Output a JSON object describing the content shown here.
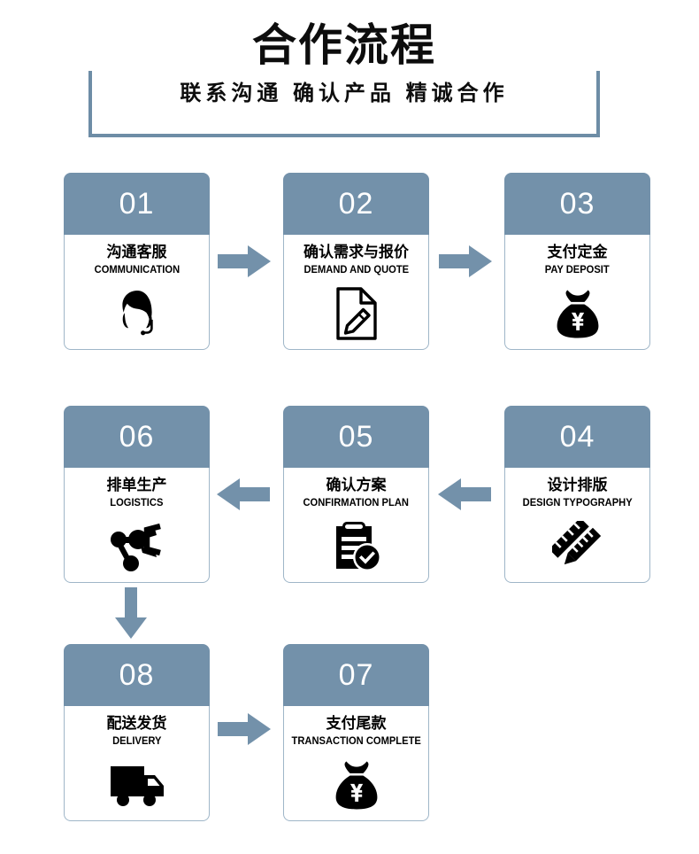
{
  "header": {
    "title": "合作流程",
    "subtitle": "联系沟通 确认产品 精诚合作"
  },
  "colors": {
    "accent": "#7391aa",
    "frame": "#6e8da6",
    "card_border": "#9fb6c8",
    "number_text": "#ffffff",
    "icon": "#000000",
    "text": "#000000"
  },
  "steps": [
    {
      "number": "01",
      "cn": "沟通客服",
      "en": "COMMUNICATION",
      "icon": "customer-service-agent-icon"
    },
    {
      "number": "02",
      "cn": "确认需求与报价",
      "en": "DEMAND AND QUOTE",
      "icon": "document-pencil-icon"
    },
    {
      "number": "03",
      "cn": "支付定金",
      "en": "PAY DEPOSIT",
      "icon": "money-bag-yen-icon"
    },
    {
      "number": "04",
      "cn": "设计排版",
      "en": "DESIGN TYPOGRAPHY",
      "icon": "pencil-ruler-icon"
    },
    {
      "number": "05",
      "cn": "确认方案",
      "en": "CONFIRMATION PLAN",
      "icon": "clipboard-check-icon"
    },
    {
      "number": "06",
      "cn": "排单生产",
      "en": "LOGISTICS",
      "icon": "robot-arm-node-icon"
    },
    {
      "number": "07",
      "cn": "支付尾款",
      "en": "TRANSACTION COMPLETE",
      "icon": "money-bag-yen-icon"
    },
    {
      "number": "08",
      "cn": "配送发货",
      "en": "DELIVERY",
      "icon": "delivery-truck-icon"
    }
  ],
  "arrows": [
    {
      "name": "arrow-01-02",
      "direction": "right"
    },
    {
      "name": "arrow-02-03",
      "direction": "right"
    },
    {
      "name": "arrow-05-06",
      "direction": "left"
    },
    {
      "name": "arrow-04-05",
      "direction": "left"
    },
    {
      "name": "arrow-06-08",
      "direction": "down"
    },
    {
      "name": "arrow-08-07",
      "direction": "right"
    }
  ]
}
